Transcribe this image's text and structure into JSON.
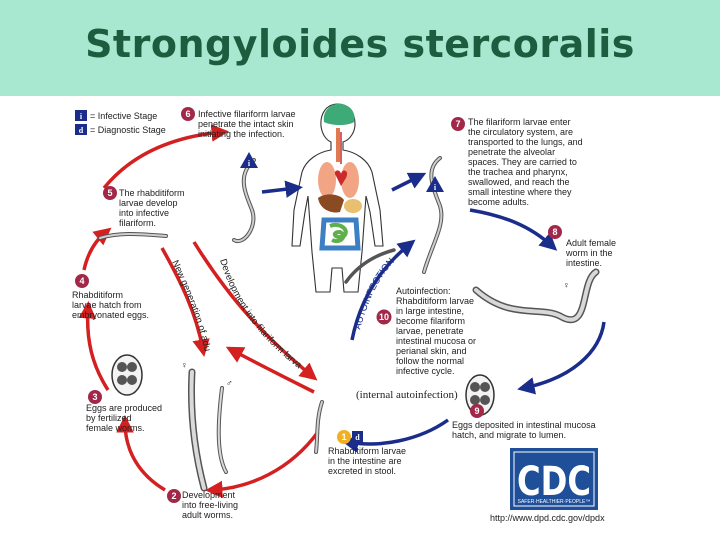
{
  "slide": {
    "title": "Strongyloides stercoralis"
  },
  "legend": {
    "infective_symbol": "i",
    "infective_text": "= Infective Stage",
    "diagnostic_symbol": "d",
    "diagnostic_text": "= Diagnostic Stage"
  },
  "steps": [
    {
      "num": "1",
      "lines": [
        "Rhabditiform larvae",
        "in the intestine are",
        "excreted in stool."
      ]
    },
    {
      "num": "2",
      "lines": [
        "Development",
        "into free-living",
        "adult worms."
      ]
    },
    {
      "num": "3",
      "lines": [
        "Eggs are produced",
        "by fertilized",
        "female worms."
      ]
    },
    {
      "num": "4",
      "lines": [
        "Rhabditiform",
        "larvae hatch from",
        "embryonated eggs."
      ]
    },
    {
      "num": "5",
      "lines": [
        "The rhabditiform",
        "larvae develop",
        "into infective",
        "filariform."
      ]
    },
    {
      "num": "6",
      "lines": [
        "Infective filariform larvae",
        "penetrate the intact skin",
        "initiating the infection."
      ]
    },
    {
      "num": "7",
      "lines": [
        "The filariform larvae enter",
        "the circulatory system, are",
        "transported to the lungs, and",
        "penetrate the alveolar",
        "spaces.  They are carried to",
        "the trachea and pharynx,",
        "swallowed, and reach the",
        "small intestine where they",
        "become adults."
      ]
    },
    {
      "num": "8",
      "lines": [
        "Adult female",
        "worm in the",
        "intestine."
      ]
    },
    {
      "num": "9",
      "lines": [
        "Eggs deposited in intestinal mucosa",
        "hatch, and migrate to lumen."
      ]
    },
    {
      "num": "10",
      "lines": [
        "Autoinfection:",
        "Rhabditiform larvae",
        "in large intestine,",
        "become filariform",
        "larvae, penetrate",
        "intestinal mucosa or",
        "perianal skin, and",
        "follow the normal",
        "infective cycle."
      ]
    }
  ],
  "arrow_labels": {
    "new_generation": "New generation of adults",
    "development": "Development into filariform larvae",
    "autoinfection": "AUTOINFECTION"
  },
  "annotation": "(internal autoinfection)",
  "sex_symbols": {
    "female": "♀",
    "male": "♂"
  },
  "logo": {
    "text": "CDC",
    "tagline": "SAFER·HEALTHIER·PEOPLE™"
  },
  "url": "http://www.dpd.cdc.gov/dpdx",
  "colors": {
    "title_bg": "#a8e8d0",
    "title_text": "#1d5c3e",
    "red_cycle": "#d42020",
    "blue_cycle": "#1a2d8a",
    "logo_blue": "#1f4f99"
  }
}
